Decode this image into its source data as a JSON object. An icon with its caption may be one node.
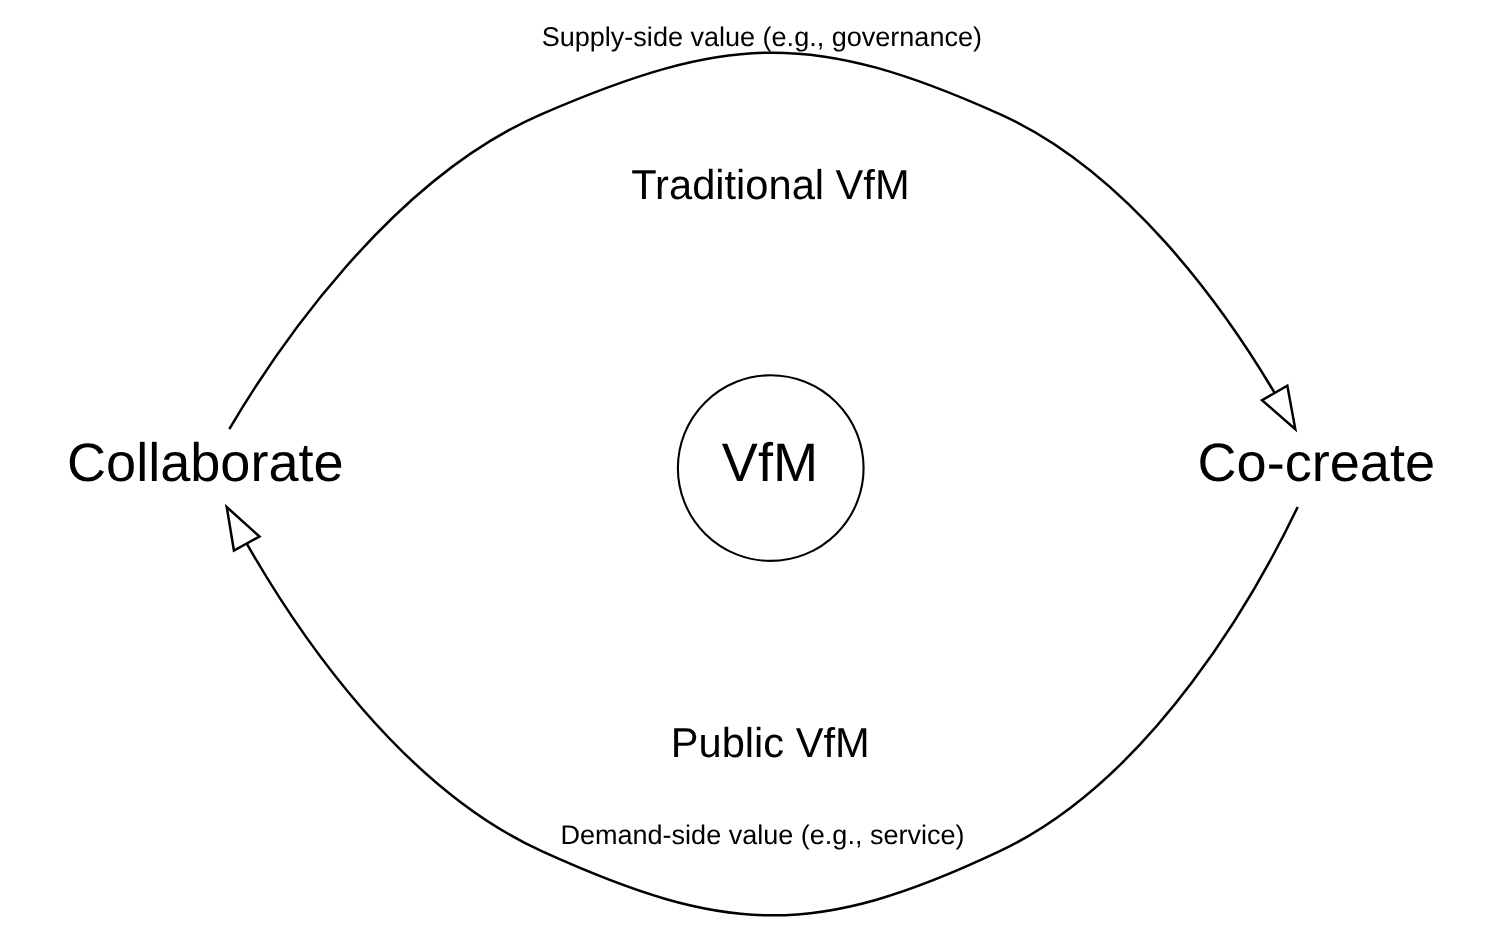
{
  "diagram": {
    "nodes": [
      {
        "text": [
          "Collaborate"
        ]
      },
      {
        "text": [
          "VfM"
        ]
      },
      {
        "text": [
          "Co-create"
        ]
      }
    ],
    "edges": [
      {
        "from": 0,
        "to": 2,
        "arrow": "to",
        "label": "Supply-side value (e.g., governance)"
      },
      {
        "from": 2,
        "to": 0,
        "arrow": "to",
        "label": "Demand-side value (e.g., service)"
      }
    ],
    "labels": [
      "Traditional VfM",
      "Public VfM"
    ]
  }
}
